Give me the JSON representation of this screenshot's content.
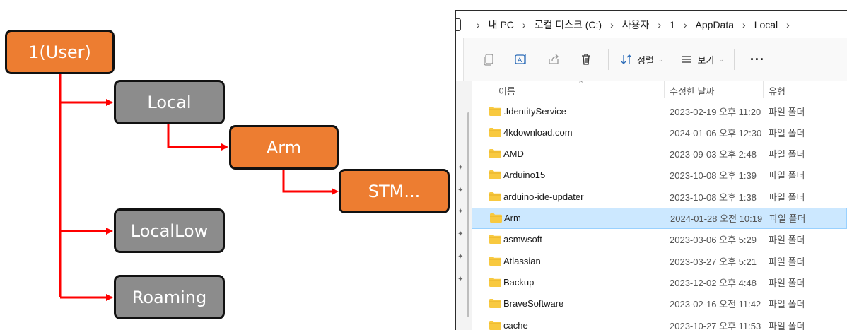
{
  "diagram": {
    "nodes": {
      "user": "1(User)",
      "local": "Local",
      "arm": "Arm",
      "stm": "STM...",
      "locallow": "LocalLow",
      "roaming": "Roaming"
    },
    "colors": {
      "orange": "#ed7d31",
      "gray": "#8c8c8c",
      "arrow": "#ff0000"
    }
  },
  "explorer": {
    "breadcrumb": [
      "내 PC",
      "로컬 디스크 (C:)",
      "사용자",
      "1",
      "AppData",
      "Local"
    ],
    "toolbar": {
      "sort_label": "정렬",
      "view_label": "보기",
      "more_label": "···",
      "icons": [
        "copy-icon",
        "rename-icon",
        "share-icon",
        "delete-icon",
        "sort-icon",
        "view-icon"
      ]
    },
    "columns": {
      "name": "이름",
      "date": "수정한 날짜",
      "type": "유형"
    },
    "rows": [
      {
        "name": ".IdentityService",
        "date": "2023-02-19 오후 11:20",
        "type": "파일 폴더",
        "selected": false
      },
      {
        "name": "4kdownload.com",
        "date": "2024-01-06 오후 12:30",
        "type": "파일 폴더",
        "selected": false
      },
      {
        "name": "AMD",
        "date": "2023-09-03 오후 2:48",
        "type": "파일 폴더",
        "selected": false
      },
      {
        "name": "Arduino15",
        "date": "2023-10-08 오후 1:39",
        "type": "파일 폴더",
        "selected": false
      },
      {
        "name": "arduino-ide-updater",
        "date": "2023-10-08 오후 1:38",
        "type": "파일 폴더",
        "selected": false
      },
      {
        "name": "Arm",
        "date": "2024-01-28 오전 10:19",
        "type": "파일 폴더",
        "selected": true
      },
      {
        "name": "asmwsoft",
        "date": "2023-03-06 오후 5:29",
        "type": "파일 폴더",
        "selected": false
      },
      {
        "name": "Atlassian",
        "date": "2023-03-27 오후 5:21",
        "type": "파일 폴더",
        "selected": false
      },
      {
        "name": "Backup",
        "date": "2023-12-02 오후 4:48",
        "type": "파일 폴더",
        "selected": false
      },
      {
        "name": "BraveSoftware",
        "date": "2023-02-16 오전 11:42",
        "type": "파일 폴더",
        "selected": false
      },
      {
        "name": "cache",
        "date": "2023-10-27 오후 11:53",
        "type": "파일 폴더",
        "selected": false
      }
    ],
    "colors": {
      "selection_bg": "#cce8ff",
      "selection_border": "#99d1ff",
      "folder": "#f8c940"
    }
  }
}
